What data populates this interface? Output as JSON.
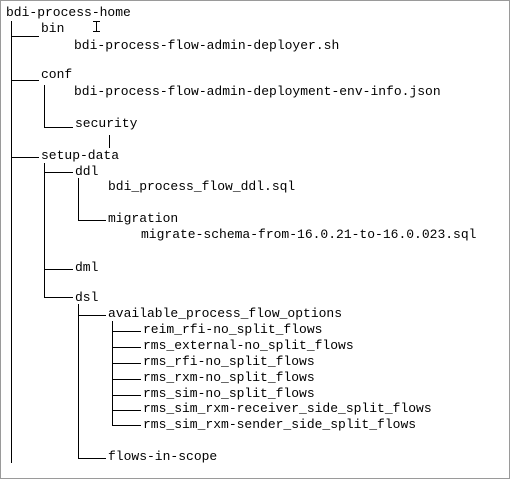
{
  "tree": {
    "root": "bdi-process-home",
    "bin": {
      "label": "bin",
      "file": "bdi-process-flow-admin-deployer.sh"
    },
    "conf": {
      "label": "conf",
      "file": "bdi-process-flow-admin-deployment-env-info.json",
      "security": "security"
    },
    "setup_data": {
      "label": "setup-data",
      "ddl": {
        "label": "ddl",
        "file": "bdi_process_flow_ddl.sql",
        "migration": {
          "label": "migration",
          "file": "migrate-schema-from-16.0.21-to-16.0.023.sql"
        }
      },
      "dml": "dml",
      "dsl": {
        "label": "dsl",
        "available_process_flow_options": {
          "label": "available_process_flow_options",
          "items": [
            "reim_rfi-no_split_flows",
            "rms_external-no_split_flows",
            "rms_rfi-no_split_flows",
            "rms_rxm-no_split_flows",
            "rms_sim-no_split_flows",
            "rms_sim_rxm-receiver_side_split_flows",
            "rms_sim_rxm-sender_side_split_flows"
          ]
        },
        "flows_in_scope": "flows-in-scope"
      }
    }
  }
}
